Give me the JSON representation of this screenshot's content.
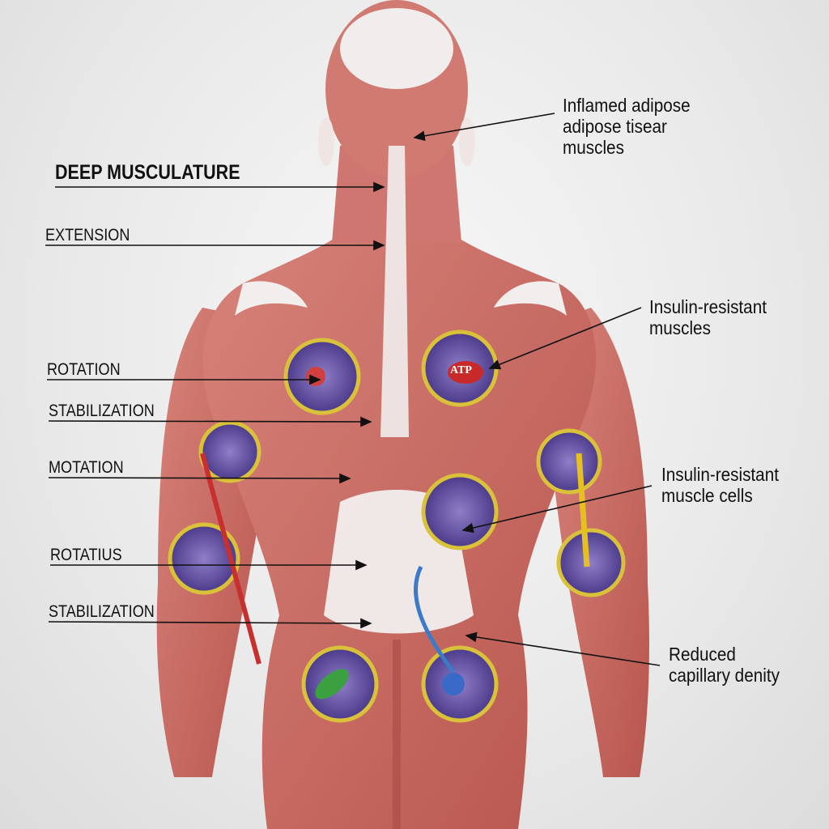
{
  "title": "DEEP MUSCULATURE",
  "left_labels": [
    "EXTENSION",
    "ROTATION",
    "STABILIZATION",
    "MOTATION",
    "ROTATIUS",
    "STABILIZATION"
  ],
  "right_labels": [
    {
      "lines": [
        "Inflamed adipose",
        "adipose tisear",
        "muscles"
      ]
    },
    {
      "lines": [
        "Insulin-resistant",
        "muscles"
      ]
    },
    {
      "lines": [
        "Insulin-resistant",
        "muscle cells"
      ]
    },
    {
      "lines": [
        "Reduced",
        "capillary denity"
      ]
    }
  ],
  "inset_text": "ATP",
  "colors": {
    "muscle": "#c86a62",
    "tendon": "#f2eeee",
    "inset": "#5a4a9a",
    "ring": "#d9c23a"
  }
}
